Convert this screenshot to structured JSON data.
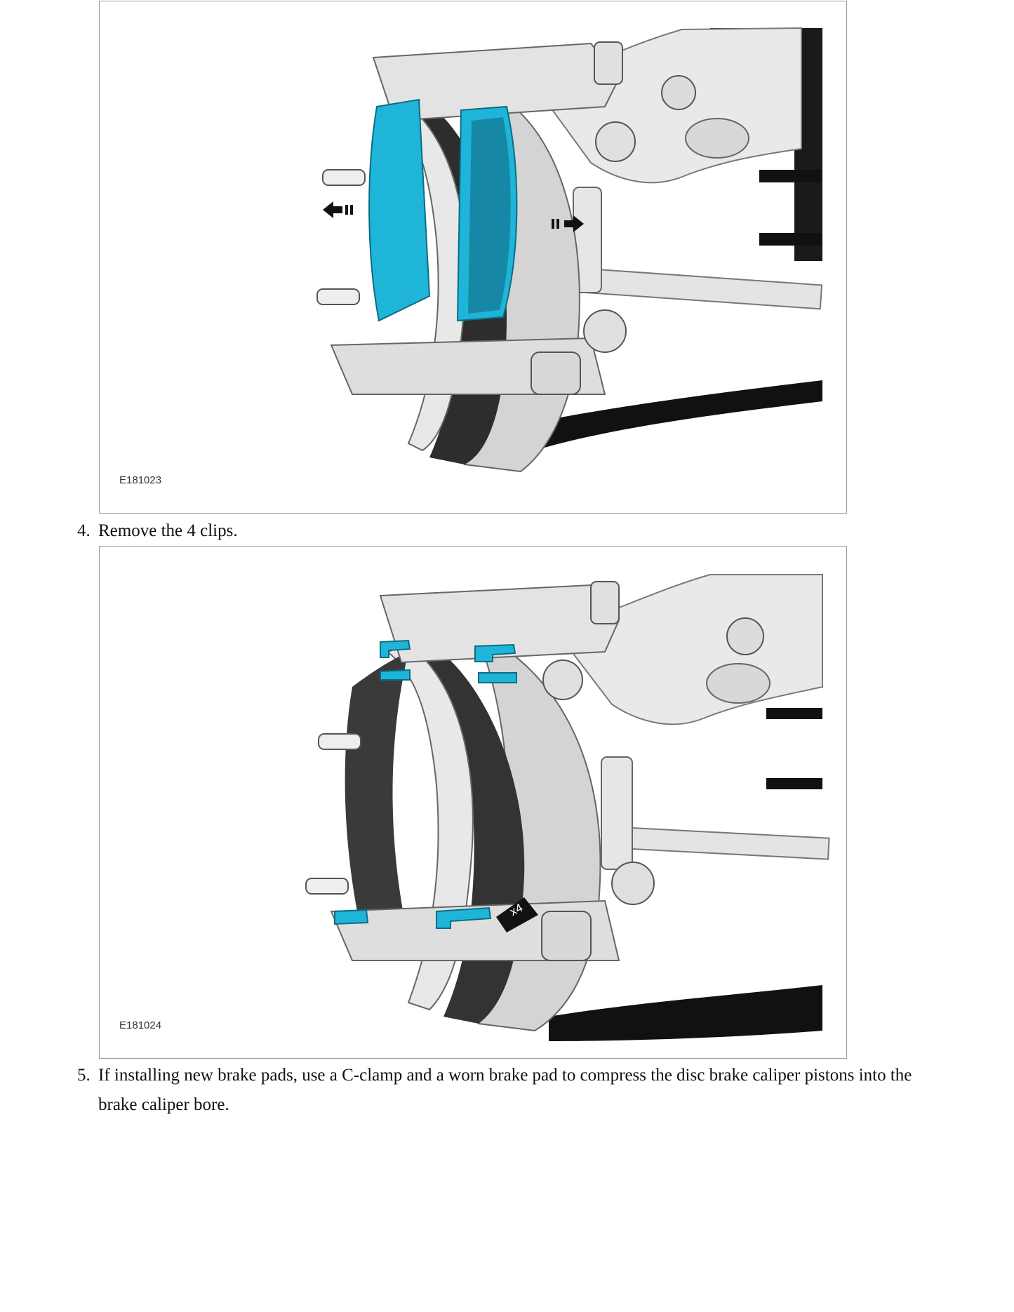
{
  "figures": [
    {
      "id": "E181023"
    },
    {
      "id": "E181024",
      "callout": "x4"
    }
  ],
  "steps": [
    {
      "number": "4.",
      "text": "Remove the 4 clips."
    },
    {
      "number": "5.",
      "text": "If installing new brake pads, use a C-clamp and a worn brake pad to compress the disc brake caliper pistons into the brake caliper bore."
    }
  ],
  "colors": {
    "highlight": "#1fb5d8",
    "outline": "#9a9a9a"
  }
}
